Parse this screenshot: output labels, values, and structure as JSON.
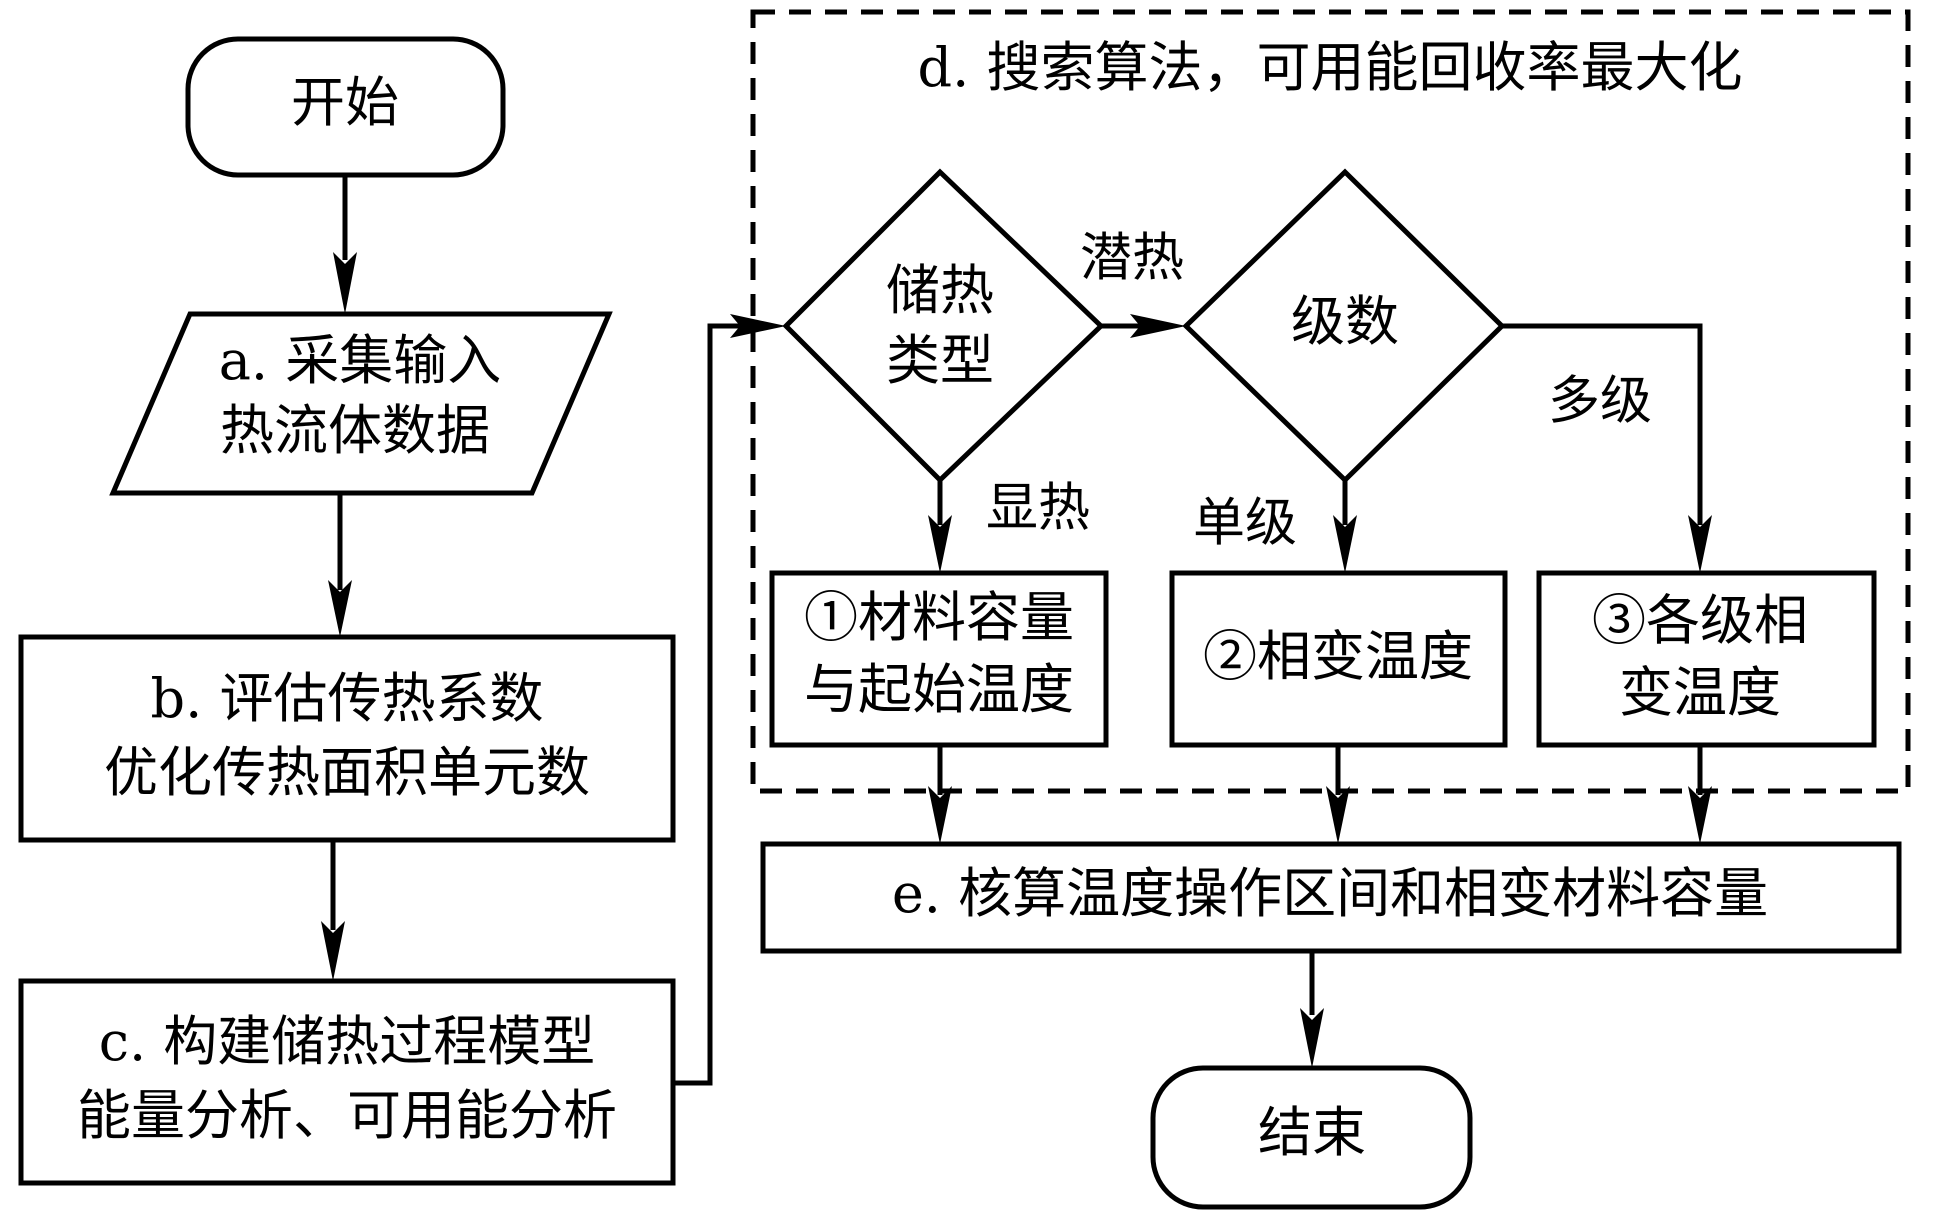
{
  "start": "开始",
  "end": "结束",
  "step_a": [
    "a. 采集输入",
    "热流体数据"
  ],
  "step_b": [
    "b. 评估传热系数",
    "优化传热面积单元数"
  ],
  "step_c": [
    "c. 构建储热过程模型",
    "能量分析、可用能分析"
  ],
  "step_d_title": "d. 搜索算法，可用能回收率最大化",
  "decision_1": [
    "储热",
    "类型"
  ],
  "decision_2": "级数",
  "branch_labels": {
    "latent": "潜热",
    "sensible": "显热",
    "single": "单级",
    "multi": "多级"
  },
  "option_1": [
    "①材料容量",
    "与起始温度"
  ],
  "option_2": "②相变温度",
  "option_3": [
    "③各级相",
    "变温度"
  ],
  "step_e": "e. 核算温度操作区间和相变材料容量"
}
